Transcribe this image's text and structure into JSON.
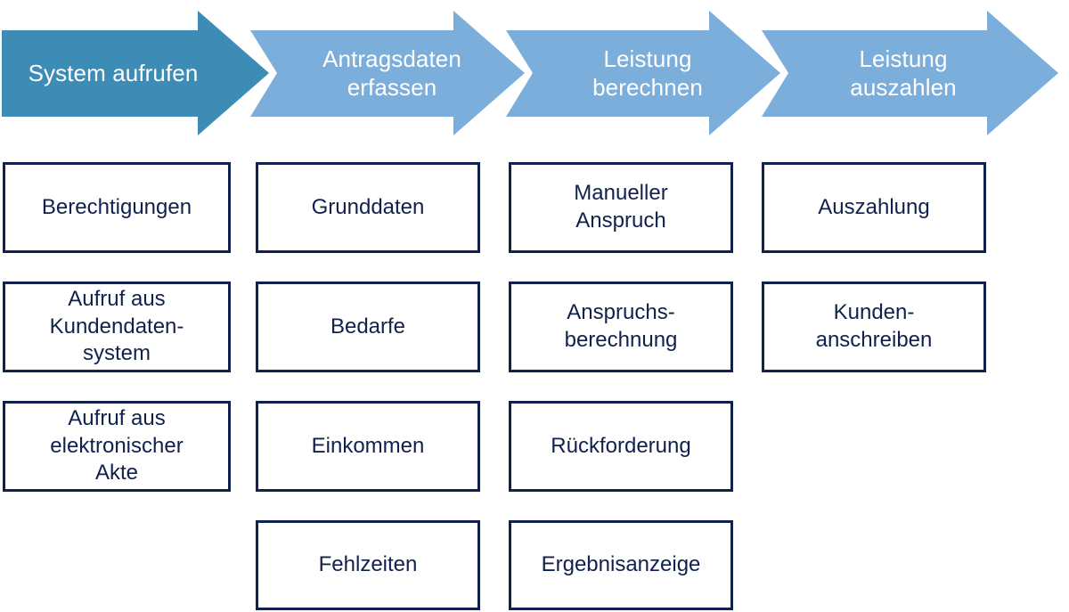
{
  "diagram": {
    "title_visible": false,
    "colors": {
      "arrow_primary": "#3d8cb5",
      "arrow_secondary": "#7baedb",
      "box_border": "#11214d",
      "box_text": "#11214d",
      "arrow_text": "#ffffff",
      "background": "#ffffff"
    },
    "phases": [
      {
        "id": "phase-1",
        "label": "System aufrufen",
        "color": "#3d8cb5",
        "steps": [
          {
            "label": "Berechtigungen"
          },
          {
            "label": "Aufruf aus\nKundendaten-\nsystem"
          },
          {
            "label": "Aufruf aus\nelektronischer\nAkte"
          }
        ]
      },
      {
        "id": "phase-2",
        "label": "Antragsdaten\nerfassen",
        "color": "#7baedb",
        "steps": [
          {
            "label": "Grunddaten"
          },
          {
            "label": "Bedarfe"
          },
          {
            "label": "Einkommen"
          },
          {
            "label": "Fehlzeiten"
          }
        ]
      },
      {
        "id": "phase-3",
        "label": "Leistung\nberechnen",
        "color": "#7baedb",
        "steps": [
          {
            "label": "Manueller\nAnspruch"
          },
          {
            "label": "Anspruchs-\nberechnung"
          },
          {
            "label": "Rückforderung"
          },
          {
            "label": "Ergebnisanzeige"
          }
        ]
      },
      {
        "id": "phase-4",
        "label": "Leistung\nauszahlen",
        "color": "#7baedb",
        "steps": [
          {
            "label": "Auszahlung"
          },
          {
            "label": "Kunden-\nanschreiben"
          }
        ]
      }
    ]
  }
}
